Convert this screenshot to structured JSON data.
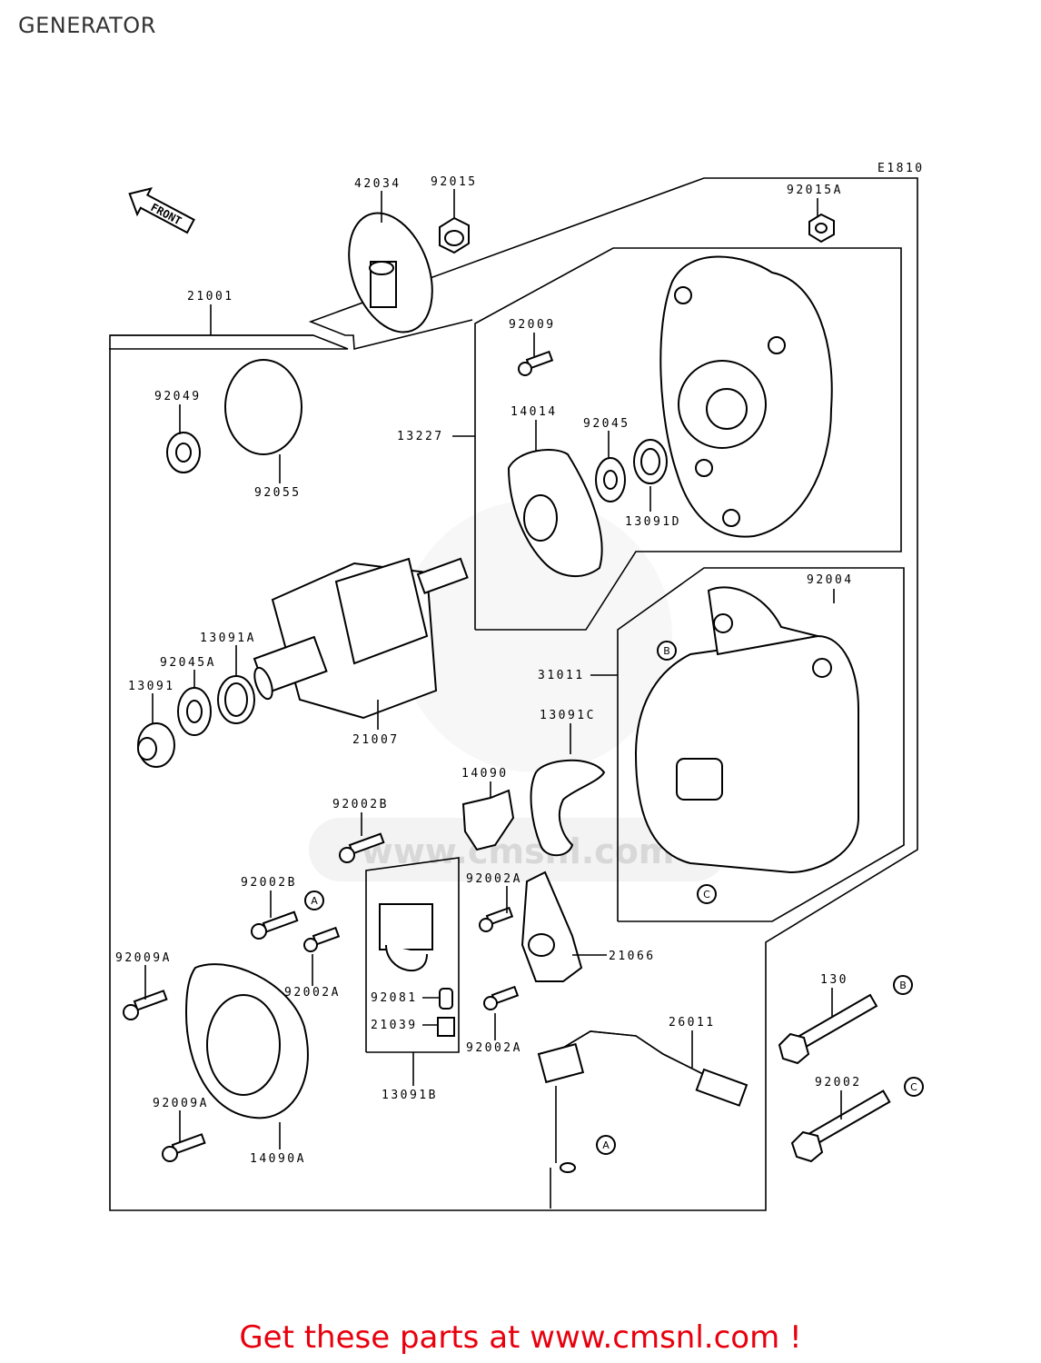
{
  "title": "GENERATOR",
  "diagram_code": "E1810",
  "front_label": "FRONT",
  "parts": [
    "42034",
    "92015",
    "92015A",
    "21001",
    "92049",
    "92055",
    "92009",
    "13227",
    "14014",
    "92045",
    "13091D",
    "92004",
    "21007",
    "13091A",
    "92045A",
    "13091",
    "31011",
    "13091C",
    "14090",
    "92002B",
    "92002B",
    "92002A",
    "92002A",
    "21066",
    "92009A",
    "92081",
    "21039",
    "92002A",
    "26011",
    "130",
    "92002",
    "92009A",
    "14090A",
    "13091B"
  ],
  "callouts": [
    "A",
    "B",
    "C"
  ],
  "watermark": "www.cmsnl.com",
  "footer": "Get these parts at www.cmsnl.com !",
  "colors": {
    "footer": "#e8000d",
    "lines": "#000000",
    "watermark": "#e6e6e6"
  }
}
